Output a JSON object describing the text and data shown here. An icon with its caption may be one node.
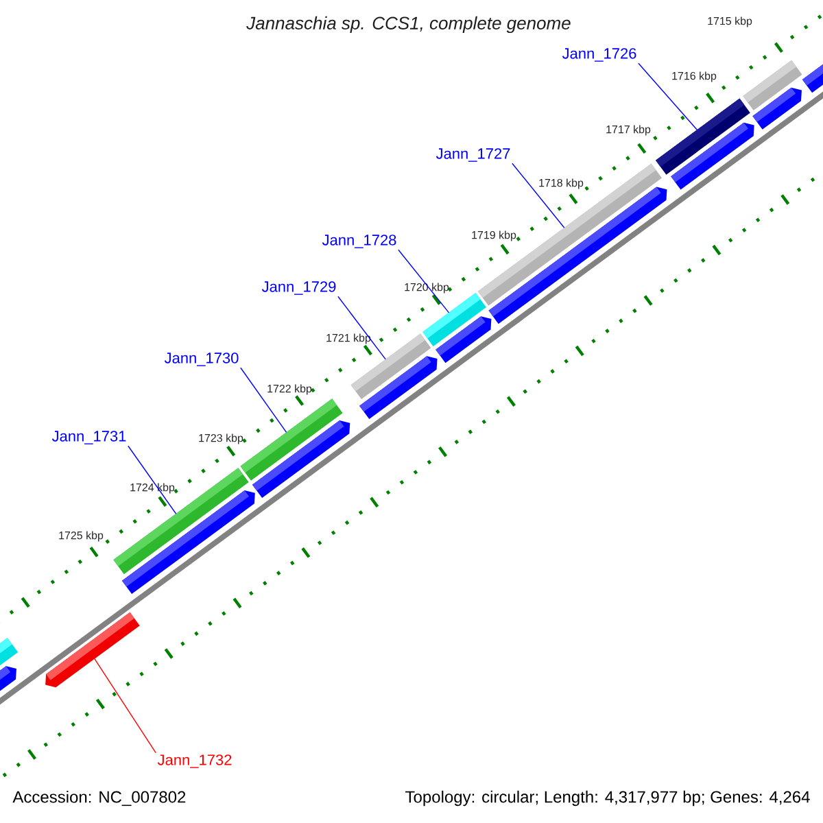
{
  "diagram": {
    "title": "Jannaschia sp. CCS1, complete genome",
    "nodes": [
      {
        "text": [
          "Jann_1726"
        ]
      },
      {
        "text": [
          "Jann_1727"
        ]
      },
      {
        "text": [
          "Jann_1728"
        ]
      },
      {
        "text": [
          "Jann_1729"
        ]
      },
      {
        "text": [
          "Jann_1730"
        ]
      },
      {
        "text": [
          "Jann_1731"
        ]
      },
      {
        "text": [
          "Jann_1732"
        ]
      },
      {
        "text": [],
        "shape": "bar"
      },
      {
        "text": [],
        "shape": "bar"
      },
      {
        "text": [],
        "shape": "bar"
      },
      {
        "text": [],
        "shape": "bar"
      },
      {
        "text": [],
        "shape": "bar"
      },
      {
        "text": [],
        "shape": "bar"
      },
      {
        "text": [],
        "shape": "bar"
      },
      {
        "text": [],
        "shape": "bar"
      },
      {
        "text": [],
        "shape": "arrow"
      },
      {
        "text": [],
        "shape": "arrow"
      },
      {
        "text": [],
        "shape": "arrow"
      },
      {
        "text": [],
        "shape": "arrow"
      },
      {
        "text": [],
        "shape": "arrow"
      },
      {
        "text": [],
        "shape": "arrow"
      },
      {
        "text": [],
        "shape": "arrow"
      },
      {
        "text": [],
        "shape": "arrow"
      },
      {
        "text": [],
        "shape": "arrow"
      },
      {
        "text": [],
        "shape": "arrow"
      }
    ],
    "edges": [
      {
        "from": 0,
        "to": 8,
        "arrow": "none"
      },
      {
        "from": 1,
        "to": 9,
        "arrow": "none"
      },
      {
        "from": 2,
        "to": 10,
        "arrow": "none"
      },
      {
        "from": 3,
        "to": 11,
        "arrow": "none"
      },
      {
        "from": 4,
        "to": 12,
        "arrow": "none"
      },
      {
        "from": 5,
        "to": 13,
        "arrow": "none"
      },
      {
        "from": 6,
        "to": 24,
        "arrow": "none",
        "color": "#ff0000"
      }
    ],
    "labels": [
      "1715 kbp",
      "1716 kbp",
      "1717 kbp",
      "1718 kbp",
      "1719 kbp",
      "1720 kbp",
      "1721 kbp",
      "1722 kbp",
      "1723 kbp",
      "1724 kbp",
      "1725 kbp",
      "Accession: NC_007802",
      "Topology: circular; Length: 4,317,977 bp; Genes: 4,264"
    ]
  }
}
